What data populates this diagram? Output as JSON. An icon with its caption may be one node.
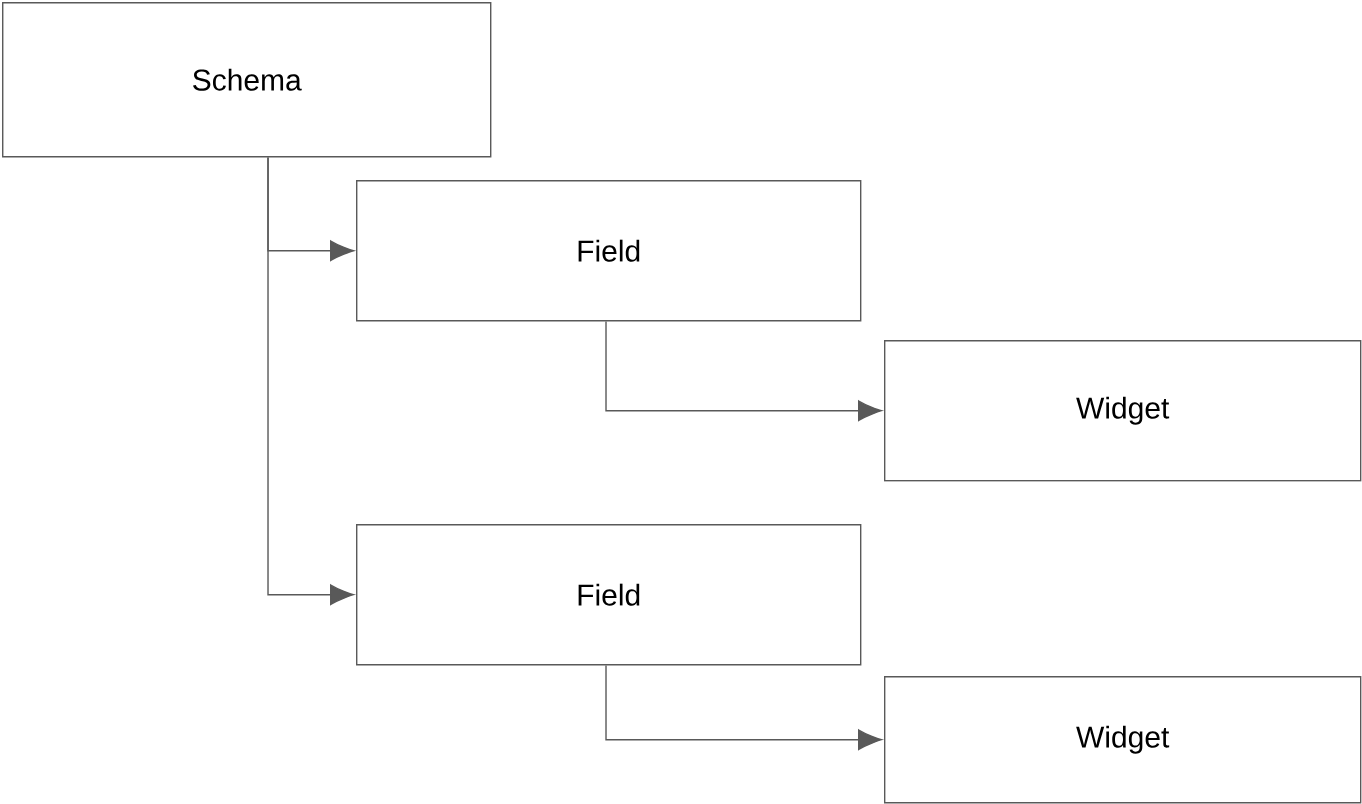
{
  "diagram": {
    "nodes": [
      {
        "text": [
          "Schema"
        ]
      },
      {
        "text": [
          "Field"
        ]
      },
      {
        "text": [
          "Widget"
        ]
      },
      {
        "text": [
          "Field"
        ]
      },
      {
        "text": [
          "Widget"
        ]
      }
    ],
    "edges": [
      {
        "from": 0,
        "to": 1,
        "arrow": "to"
      },
      {
        "from": 1,
        "to": 2,
        "arrow": "to"
      },
      {
        "from": 0,
        "to": 3,
        "arrow": "to"
      },
      {
        "from": 3,
        "to": 4,
        "arrow": "to"
      }
    ]
  }
}
